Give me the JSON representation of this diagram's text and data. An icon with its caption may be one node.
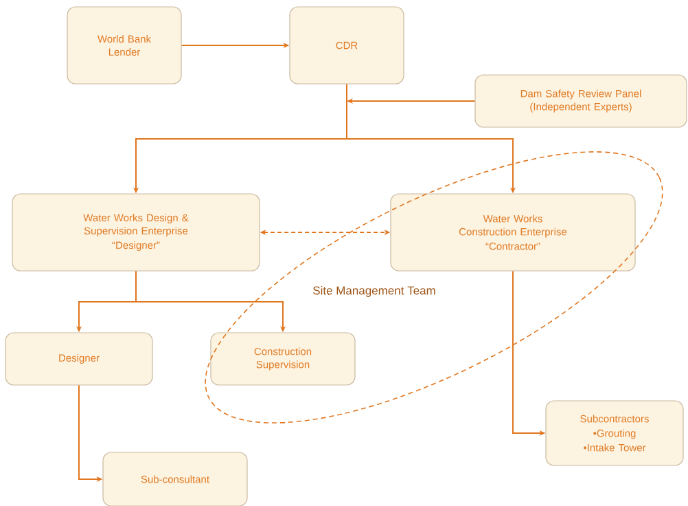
{
  "diagram": {
    "nodes": [
      {
        "text": [
          "World Bank Lender"
        ]
      },
      {
        "text": [
          "CDR"
        ]
      },
      {
        "text": [
          "Dam Safety Review Panel (Independent Experts)"
        ]
      },
      {
        "text": [
          "Water Works Design & Supervision Enterprise",
          "“Designer”"
        ]
      },
      {
        "text": [
          "Water Works Construction Enterprise",
          "“Contractor”"
        ]
      },
      {
        "text": [
          "Designer"
        ]
      },
      {
        "text": [
          "Construction Supervision"
        ]
      },
      {
        "text": [
          "Subcontractors",
          "•Grouting",
          "•Intake Tower"
        ]
      },
      {
        "text": [
          "Sub-consultant"
        ]
      }
    ],
    "labels": [
      "Site Management Team"
    ],
    "edges": [
      {
        "from": 0,
        "to": 1,
        "arrow": "to"
      },
      {
        "from": 2,
        "to": 1,
        "arrow": "to"
      },
      {
        "from": 1,
        "to": 3,
        "arrow": "to"
      },
      {
        "from": 1,
        "to": 4,
        "arrow": "to"
      },
      {
        "from": 3,
        "to": 4,
        "arrow": "both",
        "style": "dashed"
      },
      {
        "from": 3,
        "to": 5,
        "arrow": "to"
      },
      {
        "from": 3,
        "to": 6,
        "arrow": "to"
      },
      {
        "from": 5,
        "to": 8,
        "arrow": "to"
      },
      {
        "from": 4,
        "to": 7,
        "arrow": "to"
      }
    ]
  }
}
